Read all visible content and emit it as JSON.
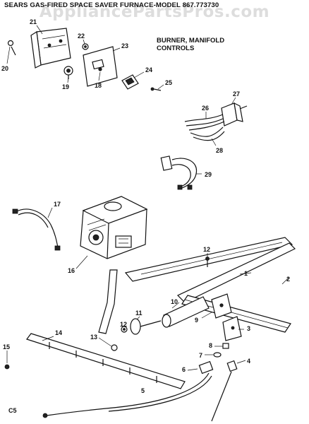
{
  "title": "SEARS GAS-FIRED SPACE SAVER FURNACE-MODEL 867.773730",
  "watermark": "AppliancePartsPros.com",
  "section_label_line1": "BURNER, MANIFOLD",
  "section_label_line2": "CONTROLS",
  "corner_code": "C5",
  "callouts": {
    "c1": "1",
    "c2": "2",
    "c3": "3",
    "c4": "4",
    "c5": "5",
    "c6": "6",
    "c7": "7",
    "c8": "8",
    "c9": "9",
    "c10": "10",
    "c11": "11",
    "c12a": "12",
    "c12b": "12",
    "c13": "13",
    "c14": "14",
    "c15": "15",
    "c16": "16",
    "c17": "17",
    "c18": "18",
    "c19": "19",
    "c20": "20",
    "c21": "21",
    "c22": "22",
    "c23": "23",
    "c24": "24",
    "c25": "25",
    "c26": "26",
    "c27": "27",
    "c28": "28",
    "c29": "29"
  }
}
